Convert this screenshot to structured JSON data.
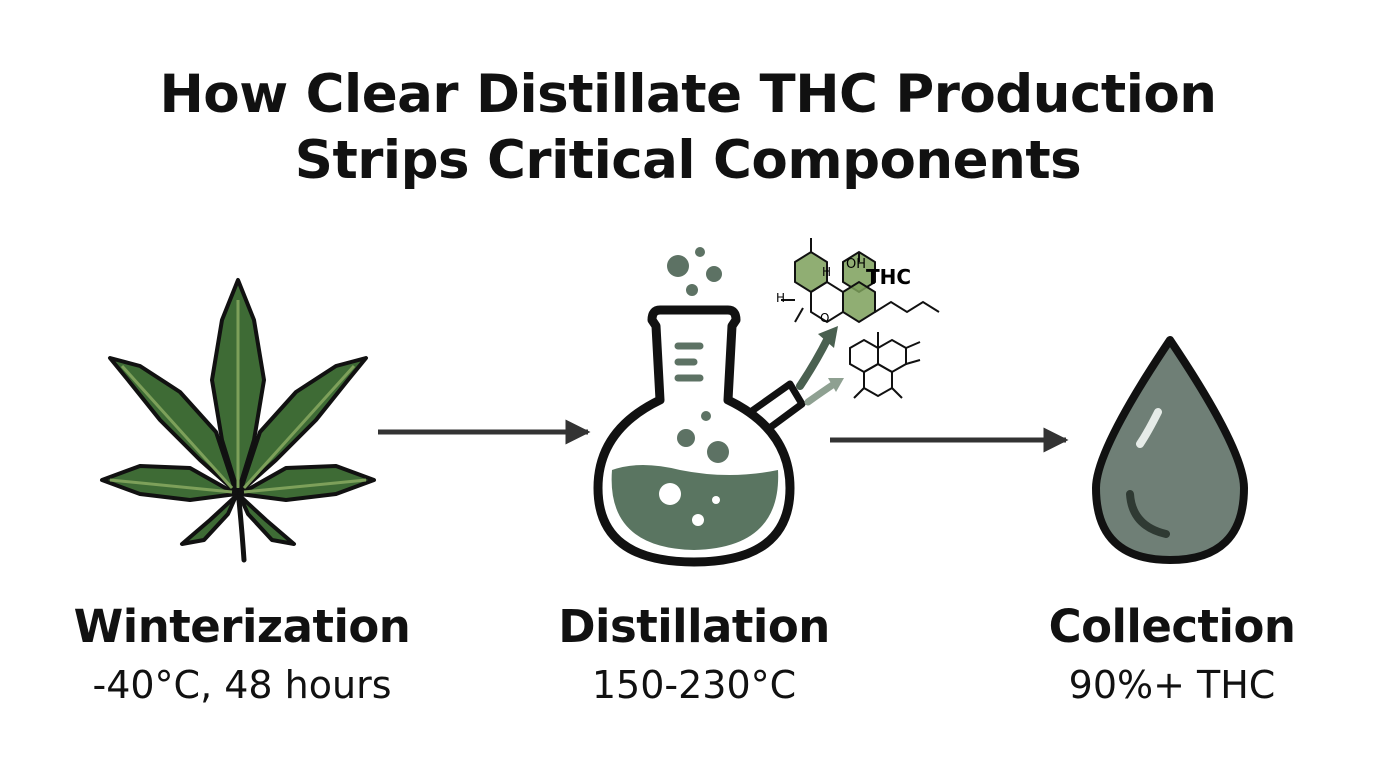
{
  "title": {
    "line1": "How Clear Distillate THC Production",
    "line2": "Strips Critical Components"
  },
  "molecule": {
    "label": "THC",
    "oh": "OH",
    "h1": "H",
    "h2": "H",
    "o": "O"
  },
  "steps": [
    {
      "name": "Winterization",
      "detail": "-40°C, 48 hours",
      "icon": "cannabis-leaf-icon"
    },
    {
      "name": "Distillation",
      "detail": "150-230°C",
      "icon": "flask-icon"
    },
    {
      "name": "Collection",
      "detail": "90%+ THC",
      "icon": "droplet-icon"
    }
  ],
  "colors": {
    "leaf_dark": "#3e6b35",
    "leaf_light": "#7da05a",
    "flask_liquid": "#5a7561",
    "bubble": "#5d7264",
    "drop_fill": "#6f7f76",
    "arrow": "#333333",
    "stroke": "#111111"
  }
}
